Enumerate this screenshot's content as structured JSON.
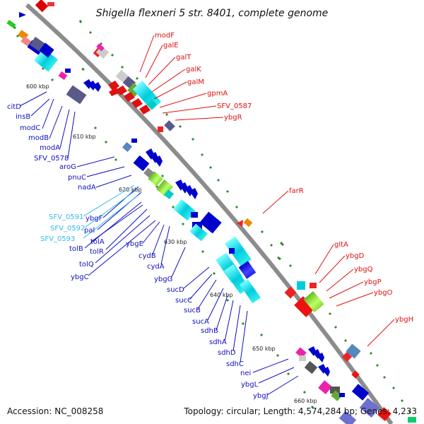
{
  "title": "Shigella flexneri 5 str. 8401, complete genome",
  "footer": {
    "accession": "Accession: NC_008258",
    "summary": "Topology: circular; Length: 4,574,284 bp; Genes: 4,233"
  },
  "colors": {
    "backbone": "#8c8c8c",
    "gc_skew": "#2e8b2e",
    "red_label": "#e01010",
    "blue_label": "#1010c0",
    "cyan_label": "#33bbee"
  },
  "kbp_marks": [
    "600 kbp",
    "610 kbp",
    "620 kbp",
    "630 kbp",
    "640 kbp",
    "650 kbp",
    "660 kbp"
  ],
  "red_labels": [
    "modF",
    "galE",
    "galT",
    "galK",
    "galM",
    "gpmA",
    "SFV_0587",
    "ybgR",
    "farR",
    "gltA",
    "ybgD",
    "ybgQ",
    "ybgP",
    "ybgO",
    "ybgH"
  ],
  "blue_labels": [
    "citD",
    "insB",
    "modC",
    "modB",
    "modA",
    "SFV_0578",
    "aroG",
    "pnuC",
    "nadA",
    "ybgF",
    "pal",
    "tolB",
    "tolA",
    "tolR",
    "tolQ",
    "ybgC",
    "ybgE",
    "cydB",
    "cydA",
    "ybgG",
    "sucD",
    "sucC",
    "sucB",
    "sucA",
    "sdhB",
    "sdhA",
    "sdhD",
    "sdhC",
    "nei",
    "ybgL",
    "ybgJ"
  ],
  "cyan_labels": [
    "SFV_0591",
    "SFV_0592",
    "SFV_0593"
  ]
}
